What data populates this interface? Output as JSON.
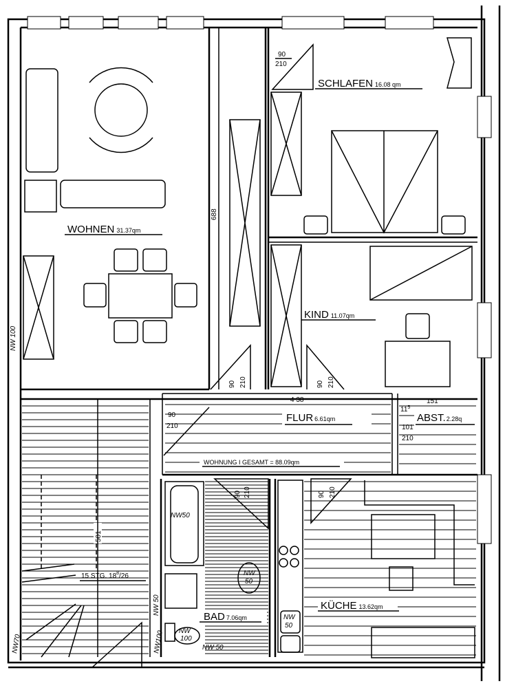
{
  "rooms": {
    "wohnen": {
      "name": "WOHNEN",
      "area": "31.37qm"
    },
    "schlafen": {
      "name": "SCHLAFEN",
      "area": "16.08 qm"
    },
    "kind": {
      "name": "KIND",
      "area": "11.07qm"
    },
    "flur": {
      "name": "FLUR",
      "area": "6.61qm"
    },
    "abst": {
      "name": "ABST.",
      "area": "2.28q"
    },
    "bad": {
      "name": "BAD",
      "area": "7.06qm"
    },
    "kueche": {
      "name": "KÜCHE",
      "area": "13.62qm"
    }
  },
  "total": "WOHNUNG I  GESAMT = 88.09qm",
  "dimensions": {
    "wohnen_depth": "688",
    "stair_length": "501",
    "flur_width": "4 38",
    "abst_width": "151",
    "abst_small": "11",
    "abst_small_sup": "5"
  },
  "stairs": {
    "label": "15 STG. 18",
    "sup": "8",
    "rest": "/26"
  },
  "doors": {
    "width": "90",
    "height": "210",
    "abst_width": "101"
  },
  "pipes": {
    "nw50": "NW50",
    "nw50_split_a": "NW",
    "nw50_split_b": "50",
    "nw100": "NW100",
    "nw100_split_b": "100",
    "nw70": "NW70",
    "nw_50_spaced": "NW 50",
    "nw100_spaced": "NW 100"
  }
}
